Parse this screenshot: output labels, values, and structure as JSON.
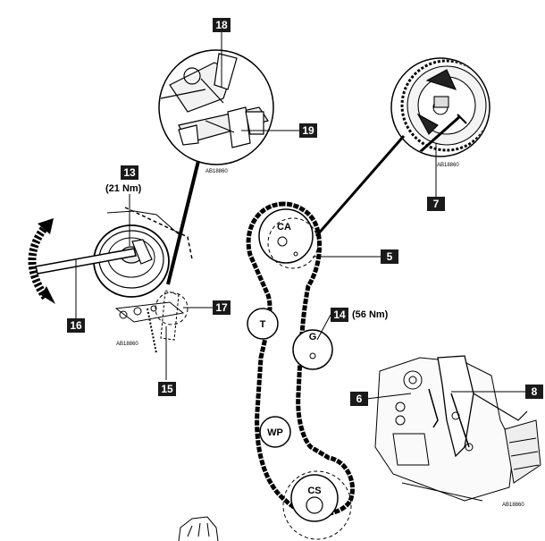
{
  "callouts": [
    {
      "id": "c18",
      "text": "18"
    },
    {
      "id": "c19",
      "text": "19"
    },
    {
      "id": "c13",
      "text": "13"
    },
    {
      "id": "c16",
      "text": "16"
    },
    {
      "id": "c17",
      "text": "17"
    },
    {
      "id": "c15",
      "text": "15"
    },
    {
      "id": "c7",
      "text": "7"
    },
    {
      "id": "c5",
      "text": "5"
    },
    {
      "id": "c14",
      "text": "14"
    },
    {
      "id": "c6",
      "text": "6"
    },
    {
      "id": "c8",
      "text": "8"
    }
  ],
  "torques": {
    "t13": "(21 Nm)",
    "t14": "(56 Nm)"
  },
  "pulleys": {
    "camshaft": "CA",
    "tensioner": "T",
    "idler": "G",
    "water_pump": "WP",
    "crankshaft": "CS"
  },
  "refs": {
    "r1": "AB18860",
    "r2": "AB18860",
    "r3": "AB18860",
    "r4": "AB18860"
  },
  "colors": {
    "badge": "#1a1a1a",
    "line": "#000000"
  }
}
